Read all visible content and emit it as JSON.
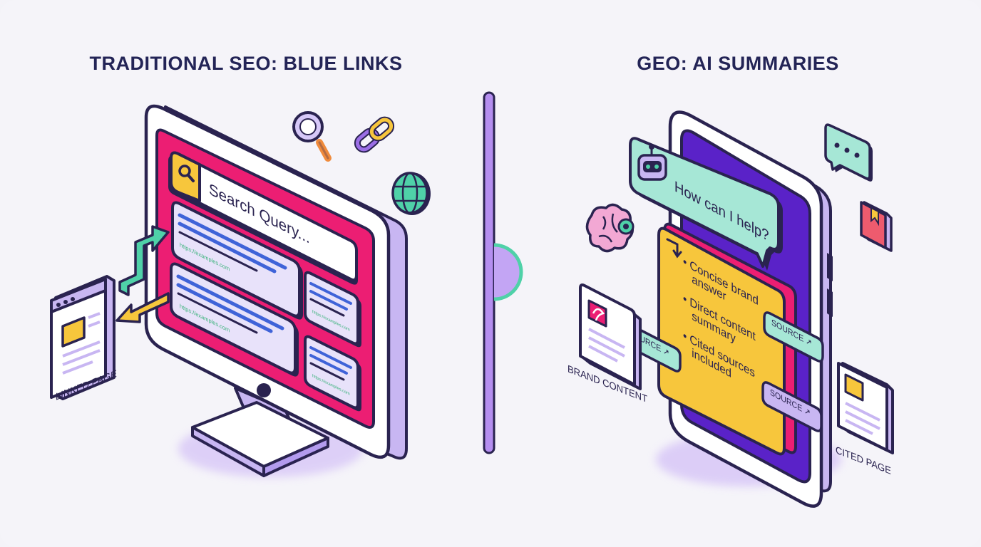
{
  "left_section": {
    "title": "TRADITIONAL SEO: BLUE LINKS",
    "search_query": "Search Query...",
    "linked_page_label": "LINKED PAGE",
    "result_urls": [
      "https://examples.com",
      "https://examples.com",
      "https://examples.com",
      "https://examples.com"
    ]
  },
  "right_section": {
    "title": "GEO: AI SUMMARIES",
    "chat_prompt": "How can I help?",
    "summary_points": [
      "• Concise brand",
      "answer",
      "• Direct content",
      "summary",
      "• Cited sources",
      "included"
    ],
    "source_label": "SOURCE ↗",
    "brand_content_label": "BRAND CONTENT",
    "cited_page_label": "CITED PAGE"
  },
  "icons": [
    "magnifier-icon",
    "chain-link-icon",
    "globe-icon",
    "browser-page-icon",
    "robot-icon",
    "brain-gear-icon",
    "chat-bubble-icon",
    "book-icon",
    "document-icon",
    "arrow-icon"
  ],
  "colors": {
    "outline": "#2a2350",
    "magenta": "#ec1e73",
    "violet": "#5a22c8",
    "lavender": "#c6b3f3",
    "teal": "#4fd1a8",
    "mint": "#a6e7d6",
    "yellow": "#f7c63c",
    "link_blue": "#3f63d8",
    "url_green": "#39b27a",
    "heading": "#232456"
  }
}
